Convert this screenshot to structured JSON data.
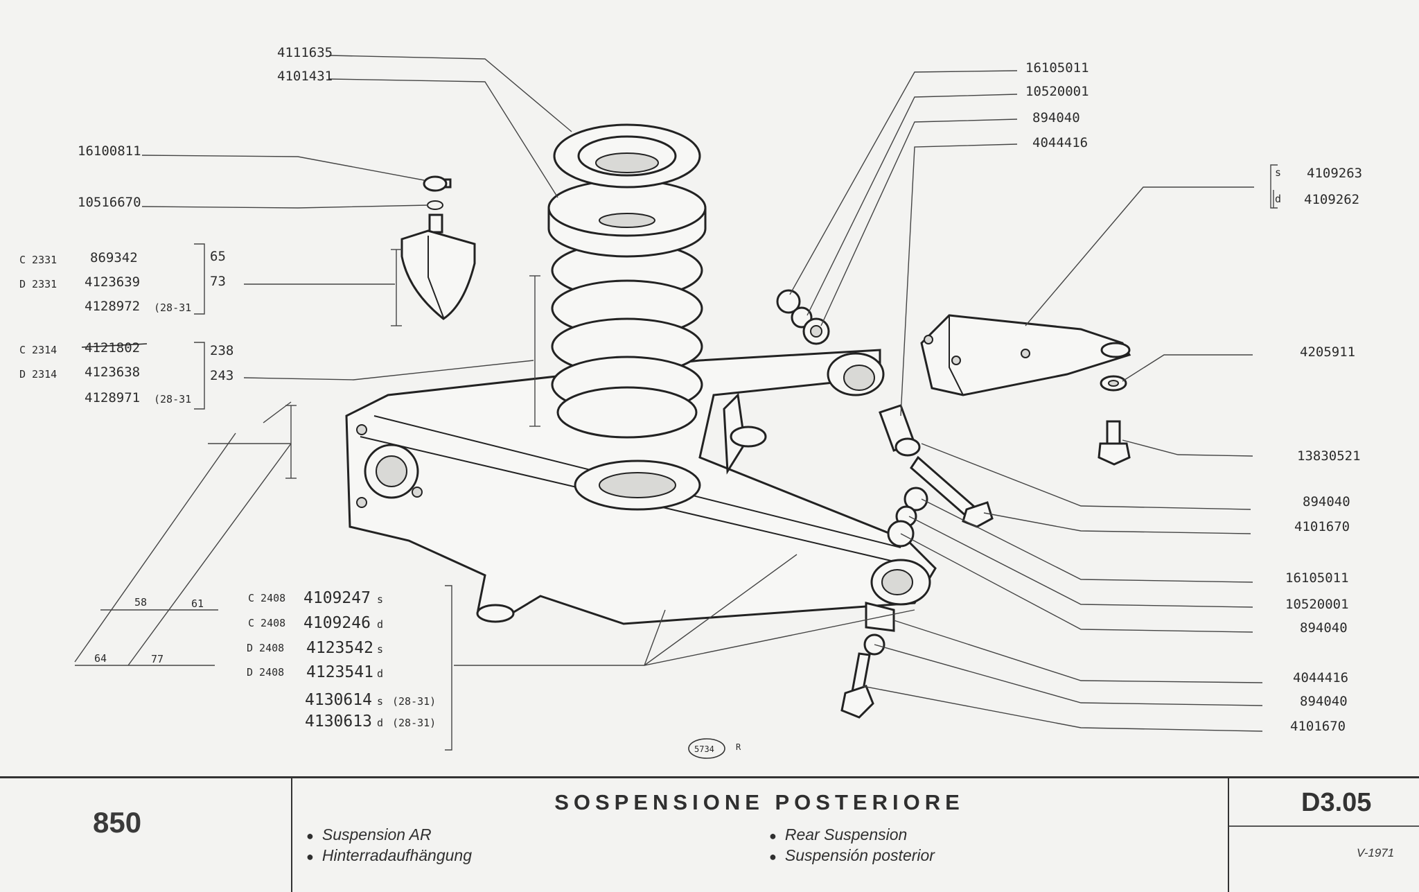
{
  "callouts": {
    "spring_seat_upper": "4111635",
    "spring_seat_lower": "4101431",
    "bump_nut": "16100811",
    "bump_washer": "10516670",
    "right_nut_top": "16105011",
    "right_washer_top": "10520001",
    "right_bush_top": "894040",
    "right_bolt_top": "4044416",
    "bracket_s": "4109263",
    "bracket_d": "4109262",
    "bracket_s_tag": "s",
    "bracket_d_tag": "d",
    "small_washer": "4205911",
    "small_screw": "13830521",
    "mid_bush": "894040",
    "mid_bolt": "4101670",
    "low_nut": "16105011",
    "low_washer": "10520001",
    "low_bush": "894040",
    "low_bolt": "4044416",
    "low_bush2": "894040",
    "low_bolt2": "4101670",
    "figure_code": "5734",
    "figure_suffix": "R"
  },
  "bump_stop_table": {
    "rows": [
      {
        "model": "C 2331",
        "part": "869342"
      },
      {
        "model": "D 2331",
        "part": "4123639"
      },
      {
        "model": "",
        "part": "4128972",
        "note": "(28-31"
      }
    ],
    "dims": [
      "65",
      "73"
    ]
  },
  "spring_table": {
    "rows": [
      {
        "model": "C 2314",
        "part": "4121802",
        "struck": true
      },
      {
        "model": "D 2314",
        "part": "4123638"
      },
      {
        "model": "",
        "part": "4128971",
        "note": "(28-31"
      }
    ],
    "dims": [
      "238",
      "243"
    ]
  },
  "arm_table": {
    "rows": [
      {
        "model": "C 2408",
        "part": "4109247",
        "side": "s",
        "note": ""
      },
      {
        "model": "C 2408",
        "part": "4109246",
        "side": "d",
        "note": ""
      },
      {
        "model": "D 2408",
        "part": "4123542",
        "side": "s",
        "note": ""
      },
      {
        "model": "D 2408",
        "part": "4123541",
        "side": "d",
        "note": ""
      },
      {
        "model": "",
        "part": "4130614",
        "side": "s",
        "note": "(28-31)"
      },
      {
        "model": "",
        "part": "4130613",
        "side": "d",
        "note": "(28-31)"
      }
    ],
    "dims": {
      "a": "58",
      "b": "61",
      "c": "64",
      "d": "77"
    }
  },
  "title_block": {
    "model": "850",
    "title": "SOSPENSIONE POSTERIORE",
    "subtitles": {
      "fr": "Suspension AR",
      "de": "Hinterradaufhängung",
      "en": "Rear Suspension",
      "es": "Suspensión posterior"
    },
    "bullet": "●",
    "reference": "D3.05",
    "date": "V-1971"
  }
}
